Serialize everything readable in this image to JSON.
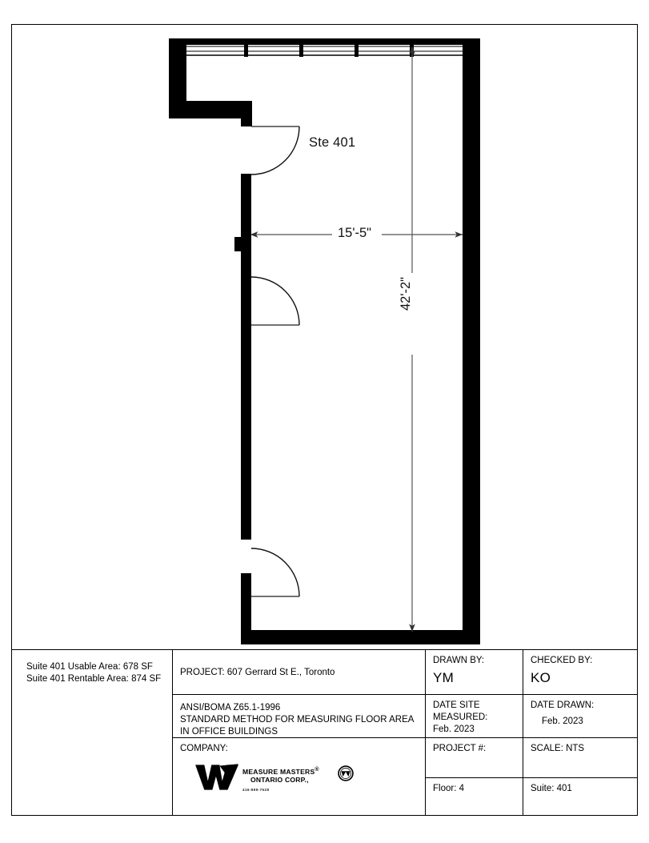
{
  "document": {
    "type": "architectural-floor-plan",
    "sheet_background": "#ffffff",
    "line_color": "#000000"
  },
  "plan": {
    "suite_label": "Ste 401",
    "dimension_horizontal": "15'-5\"",
    "dimension_vertical": "42'-2\"",
    "window_panes": 5,
    "door_count": 3,
    "wall_fill": "#000000"
  },
  "title_block": {
    "area": {
      "usable": "Suite 401 Usable Area: 678 SF",
      "rentable": "Suite 401 Rentable Area: 874 SF"
    },
    "project": "PROJECT: 607 Gerrard St E., Toronto",
    "standard": {
      "line1": "ANSI/BOMA Z65.1-1996",
      "line2": "STANDARD METHOD FOR MEASURING FLOOR AREA",
      "line3": "IN OFFICE BUILDINGS"
    },
    "company": {
      "label": "COMPANY:",
      "name_line1": "MEASURE MASTERS",
      "name_line2": "ONTARIO CORP.,",
      "registered_mark": "®",
      "phone": "416-899-7528"
    },
    "drawn_by": {
      "label": "DRAWN BY:",
      "value": "YM"
    },
    "checked_by": {
      "label": "CHECKED BY:",
      "value": "KO"
    },
    "date_site_measured": {
      "label_line1": "DATE SITE",
      "label_line2": "MEASURED:",
      "value": "Feb. 2023"
    },
    "date_drawn": {
      "label": "DATE DRAWN:",
      "value": "Feb. 2023"
    },
    "project_number": {
      "label": "PROJECT #:",
      "value": ""
    },
    "scale": {
      "label": "SCALE: NTS"
    },
    "floor": {
      "label": "Floor: 4"
    },
    "suite": {
      "label": "Suite: 401"
    }
  }
}
